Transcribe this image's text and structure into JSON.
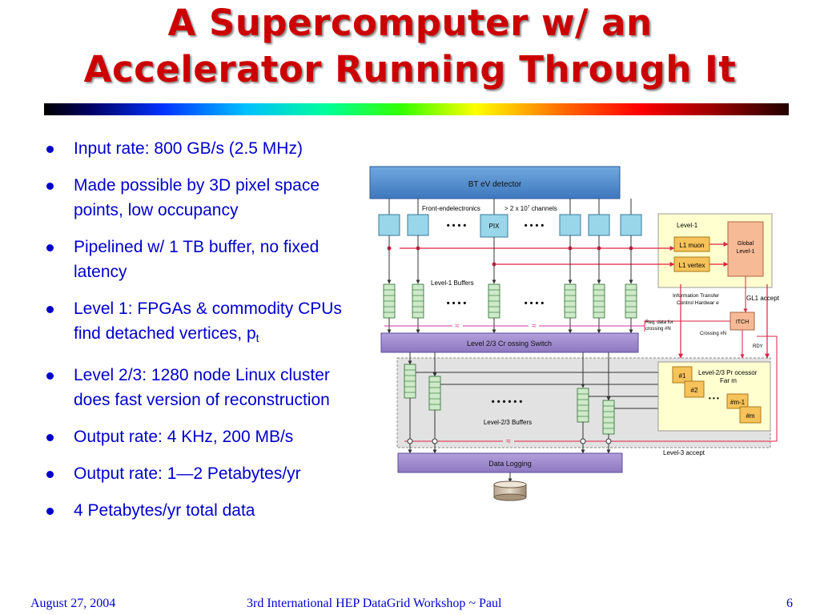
{
  "slide": {
    "title_line1": "A Supercomputer w/ an",
    "title_line2": "Accelerator Running Through It",
    "bullets": [
      {
        "text": "Input rate: 800 GB/s (2.5 MHz)"
      },
      {
        "text": "Made possible by 3D pixel space points, low occupancy"
      },
      {
        "text": "Pipelined w/ 1 TB buffer, no fixed latency"
      },
      {
        "text": "Level 1:  FPGAs & commodity CPUs find detached vertices, p",
        "sub": "t"
      },
      {
        "text": "Level 2/3: 1280 node Linux cluster does fast version of reconstruction"
      },
      {
        "text": "Output rate: 4 KHz, 200 MB/s"
      },
      {
        "text": "Output rate: 1—2 Petabytes/yr"
      },
      {
        "text": "4 Petabytes/yr total data"
      }
    ]
  },
  "diagram": {
    "detector": "BT eV detector",
    "front_end_text": "Front-endelectronics",
    "channels_text": "> 2 x 10",
    "channels_exp": "7",
    "channels_suffix": " channels",
    "pix": "PIX",
    "dots4": "• • • •",
    "dots6": "• • • • • •",
    "l1_buffers": "Level-1 Buffers",
    "level1": "Level-1",
    "l1_muon": "L1  muon",
    "l1_vertex": "L1  vertex",
    "global_l1_a": "Global",
    "global_l1_b": "Level-1",
    "info_transfer_a": "Information  Transfer",
    "info_transfer_b": "Control Hardwar e",
    "gl1_accept": "GL1  accept",
    "itch": "ITCH",
    "req_a": "Req.  data for",
    "req_b": "crossing   #N",
    "crossing_n": "Crossing   #N",
    "rdy": "RDY",
    "crossing_switch": "Level  2/3 Cr ossing Switch",
    "proc_farm_a": "Level-2/3  Pr ocessor",
    "proc_farm_b": "Far m",
    "n1": "#1",
    "n2": "#2",
    "nm1": "#m-1",
    "nm": "#m",
    "l23_buffers": "Level-2/3  Buffers",
    "data_logging": "Data Logging",
    "l3_accept": "Level-3  accept",
    "break_mark": "≈"
  },
  "footer": {
    "date": "August 27, 2004",
    "center": "3rd International HEP DataGrid Workshop  ~   Paul",
    "page": "6"
  }
}
